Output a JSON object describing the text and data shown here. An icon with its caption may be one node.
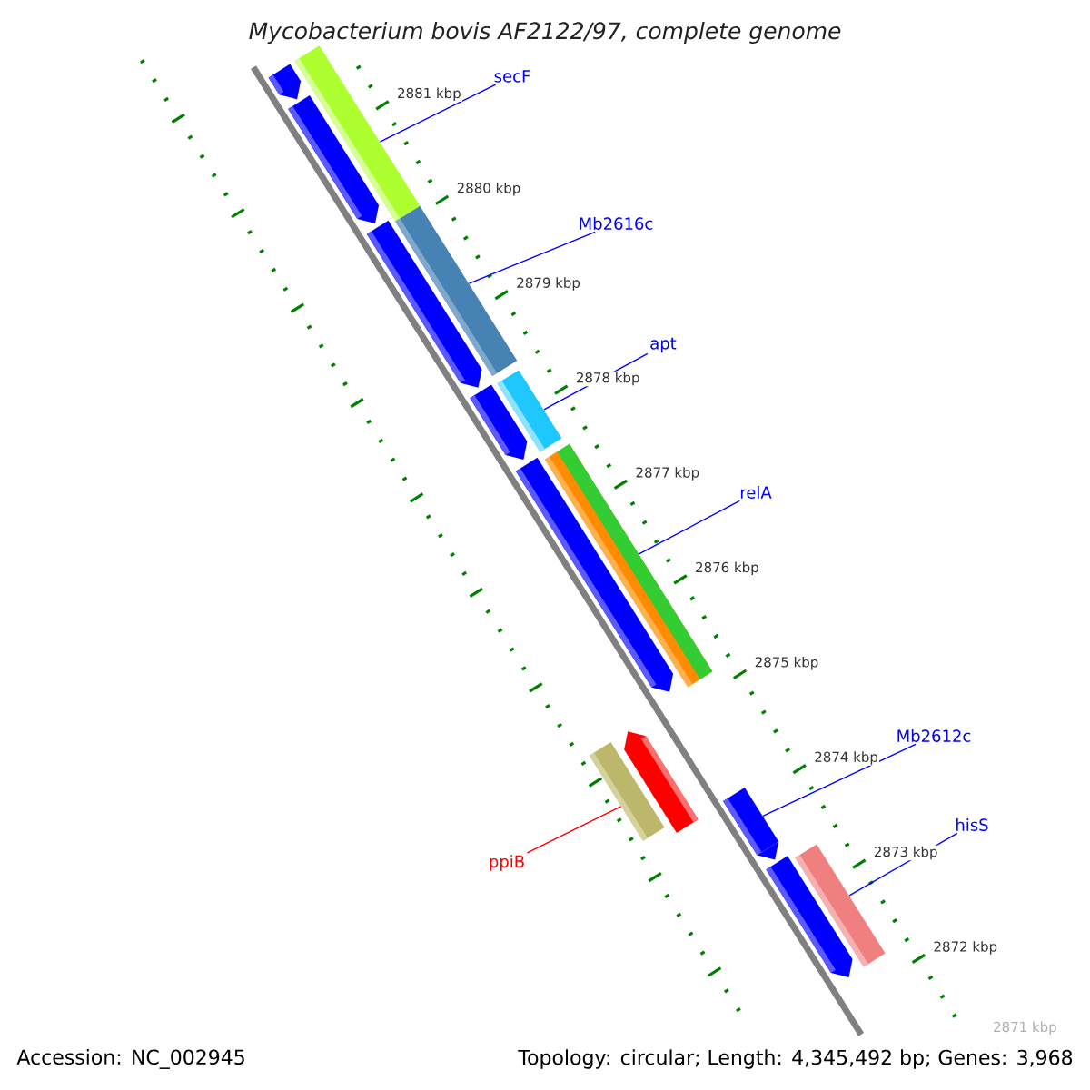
{
  "diagram": {
    "title": "Mycobacterium bovis AF2122/97, complete genome",
    "nodes": [
      {
        "text": [
          "secF"
        ]
      },
      {
        "text": [],
        "shape": "bar"
      },
      {
        "text": [
          "Mb2616c"
        ]
      },
      {
        "text": [],
        "shape": "bar"
      },
      {
        "text": [
          "apt"
        ]
      },
      {
        "text": [],
        "shape": "bar"
      },
      {
        "text": [
          "relA"
        ]
      },
      {
        "text": [],
        "shape": "bar"
      },
      {
        "text": [
          "Mb2612c"
        ]
      },
      {
        "text": [],
        "shape": "arrow"
      },
      {
        "text": [
          "hisS"
        ]
      },
      {
        "text": [],
        "shape": "bar"
      },
      {
        "text": [
          "ppiB"
        ]
      },
      {
        "text": [],
        "shape": "bar"
      }
    ],
    "edges": [
      {
        "from": 0,
        "to": 1,
        "arrow": "none"
      },
      {
        "from": 2,
        "to": 3,
        "arrow": "none"
      },
      {
        "from": 4,
        "to": 5,
        "arrow": "none"
      },
      {
        "from": 6,
        "to": 7,
        "arrow": "none"
      },
      {
        "from": 8,
        "to": 9,
        "arrow": "none"
      },
      {
        "from": 10,
        "to": 11,
        "arrow": "none"
      },
      {
        "from": 12,
        "to": 13,
        "arrow": "none",
        "color": "#ff0000"
      }
    ],
    "labels": [
      "2881 kbp",
      "2880 kbp",
      "2879 kbp",
      "2878 kbp",
      "2877 kbp",
      "2876 kbp",
      "2875 kbp",
      "2874 kbp",
      "2873 kbp",
      "2872 kbp",
      "2871 kbp",
      "Accession: NC_002945",
      "Topology: circular; Length: 4,345,492 bp; Genes: 3,968"
    ]
  }
}
